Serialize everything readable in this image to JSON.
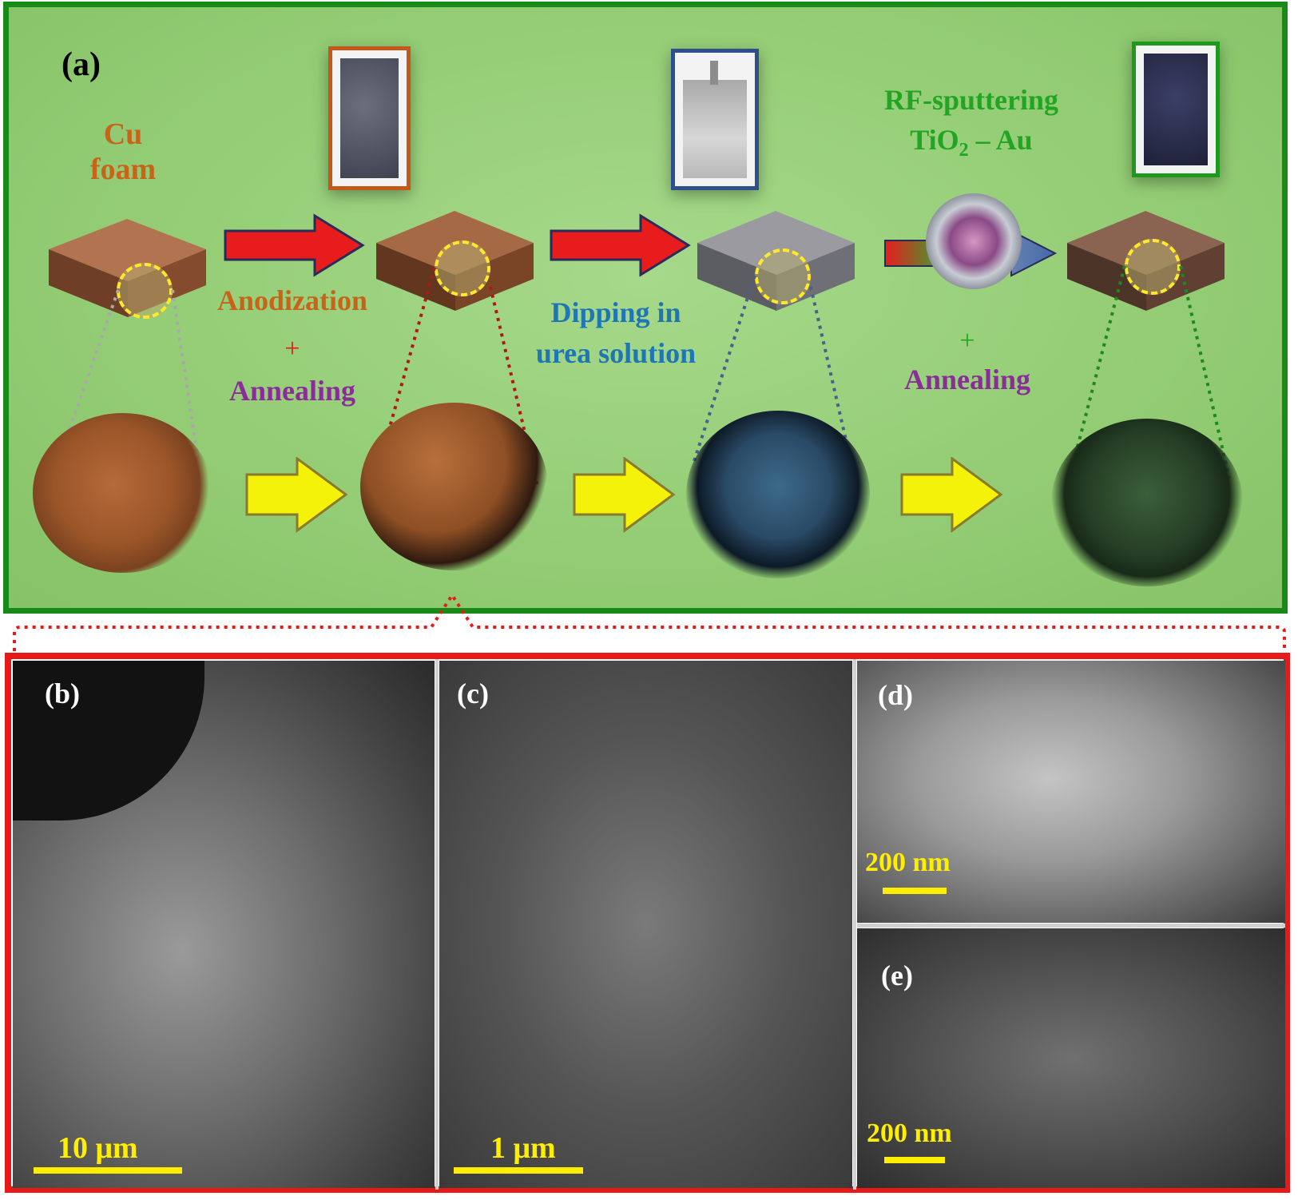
{
  "panel_a": {
    "label": "(a)",
    "cu_foam": "Cu foam",
    "step1": {
      "line1": "Anodization",
      "plus": "+",
      "line2": "Annealing"
    },
    "step2": {
      "line1": "Dipping in",
      "line2": "urea solution"
    },
    "step3": {
      "line1": "RF-sputtering",
      "line2_main": "TiO",
      "line2_sub": "2",
      "line2_rest": " – Au",
      "plus": "+",
      "line3": "Annealing"
    }
  },
  "panels": [
    {
      "label": "(b)",
      "scale": "10 μm"
    },
    {
      "label": "(c)",
      "scale": "1 μm"
    },
    {
      "label": "(d)",
      "scale": "200 nm"
    },
    {
      "label": "(e)",
      "scale": "200 nm"
    }
  ],
  "colors": {
    "frame_green": "#178a17",
    "frame_red": "#e81919",
    "orange_text": "#c8641a",
    "purple_text": "#8a2c9a",
    "blue_text": "#1f76b4",
    "green_text": "#22a522",
    "scale_yellow": "#ffee00"
  }
}
